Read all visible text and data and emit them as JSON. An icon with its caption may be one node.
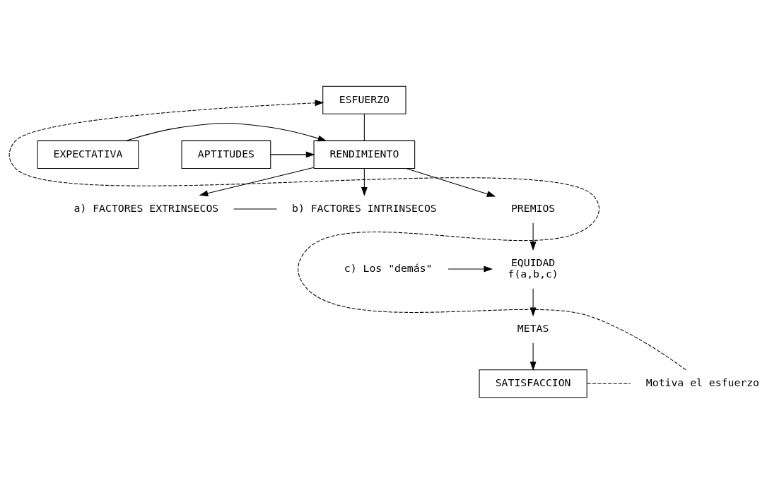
{
  "diagram": {
    "nodes": [
      {
        "text": [
          "ESFUERZO"
        ]
      },
      {
        "text": [
          "EXPECTATIVA"
        ]
      },
      {
        "text": [
          "RENDIMIENTO"
        ]
      },
      {
        "text": [
          "APTITUDES"
        ]
      },
      {
        "text": [
          "a) FACTORES EXTRINSECOS"
        ]
      },
      {
        "text": [
          "b) FACTORES INTRINSECOS"
        ]
      },
      {
        "text": [
          "PREMIOS"
        ]
      },
      {
        "text": [
          "EQUIDAD",
          "f(a,b,c)"
        ]
      },
      {
        "text": [
          "c) Los \"demás\""
        ]
      },
      {
        "text": [
          "METAS"
        ]
      },
      {
        "text": [
          "SATISFACCION"
        ]
      },
      {
        "text": [
          "Motiva el esfuerzo"
        ]
      }
    ],
    "edges": [
      {
        "from": 0,
        "to": 2,
        "arrow": "none"
      },
      {
        "from": 1,
        "to": 2,
        "arrow": "to"
      },
      {
        "from": 3,
        "to": 2,
        "arrow": "to"
      },
      {
        "from": 2,
        "to": 4,
        "arrow": "to"
      },
      {
        "from": 2,
        "to": 5,
        "arrow": "to"
      },
      {
        "from": 4,
        "to": 5,
        "arrow": "none"
      },
      {
        "from": 2,
        "to": 6,
        "arrow": "to"
      },
      {
        "from": 6,
        "to": 7,
        "arrow": "to"
      },
      {
        "from": 8,
        "to": 7,
        "arrow": "to"
      },
      {
        "from": 7,
        "to": 9,
        "arrow": "to"
      },
      {
        "from": 9,
        "to": 10,
        "arrow": "to"
      },
      {
        "from": 10,
        "to": 11,
        "arrow": "none",
        "style": "dashed"
      },
      {
        "from": 11,
        "to": 0,
        "arrow": "to",
        "style": "dashed"
      }
    ]
  }
}
